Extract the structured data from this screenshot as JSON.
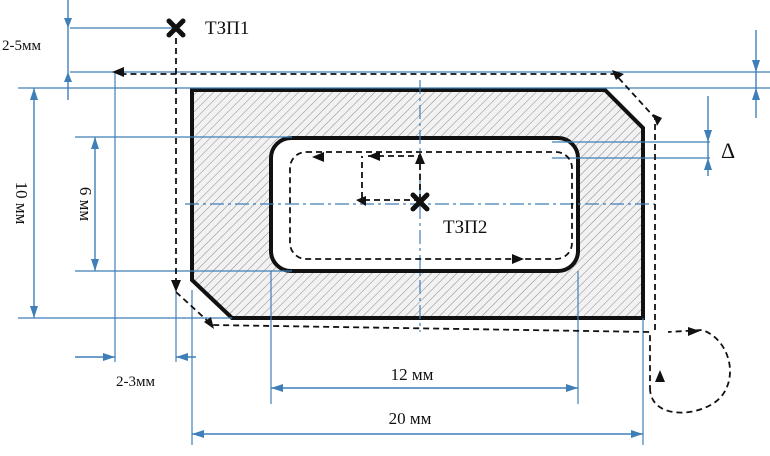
{
  "labels": {
    "start_point_1": "ТЗП1",
    "start_point_2": "ТЗП2",
    "clearance_top": "2-5мм",
    "clearance_side": "2-3мм",
    "height_outer": "10 мм",
    "height_inner": "6 мм",
    "width_inner": "12 мм",
    "width_outer": "20 мм",
    "allowance": "Δ"
  },
  "colors": {
    "dimension_lines": "#3f7fb8",
    "part_outline": "#111111",
    "hatch": "#8a8a8a"
  }
}
